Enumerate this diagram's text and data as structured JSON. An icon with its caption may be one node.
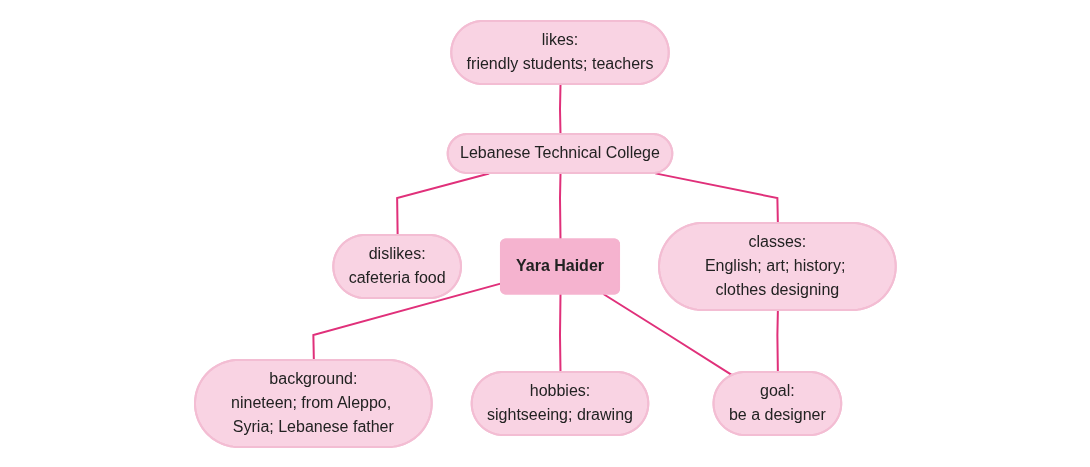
{
  "diagram": {
    "nodes": [
      {
        "text": [
          "likes:",
          "friendly students; teachers"
        ]
      },
      {
        "text": [
          "Lebanese Technical College"
        ]
      },
      {
        "text": [
          "dislikes:",
          "cafeteria food"
        ]
      },
      {
        "text": [
          "Yara Haider"
        ]
      },
      {
        "text": [
          "background:",
          "nineteen; from Aleppo, Syria; Lebanese father"
        ]
      },
      {
        "text": [
          "classes:",
          "English; art; history; clothes designing"
        ]
      },
      {
        "text": [
          "hobbies:",
          "sightseeing; drawing"
        ]
      },
      {
        "text": [
          "goal:",
          "be a designer"
        ]
      }
    ],
    "edges": [
      {
        "from": 0,
        "to": 1,
        "arrow": "none"
      },
      {
        "from": 1,
        "to": 2,
        "arrow": "none"
      },
      {
        "from": 1,
        "to": 3,
        "arrow": "none"
      },
      {
        "from": 1,
        "to": 5,
        "arrow": "none"
      },
      {
        "from": 3,
        "to": 4,
        "arrow": "none"
      },
      {
        "from": 3,
        "to": 6,
        "arrow": "none"
      },
      {
        "from": 3,
        "to": 7,
        "arrow": "none"
      },
      {
        "from": 5,
        "to": 7,
        "arrow": "none"
      }
    ]
  }
}
